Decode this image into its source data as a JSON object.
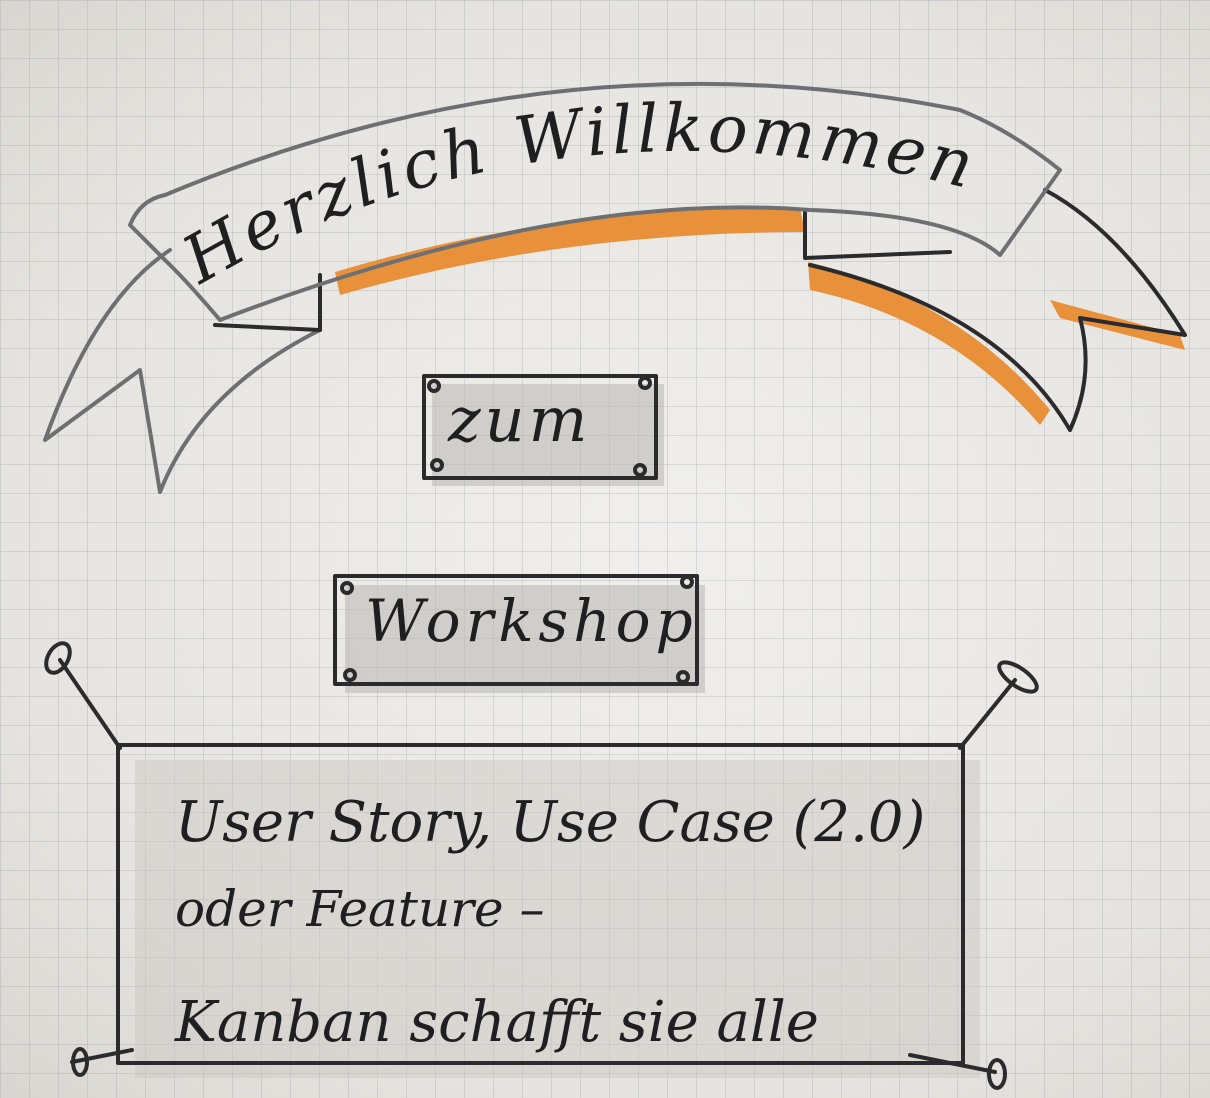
{
  "banner": {
    "title": "Herzlich Willkommen"
  },
  "sign_small": {
    "text": "zum"
  },
  "sign_medium": {
    "text": "Workshop"
  },
  "board": {
    "lines": [
      "User Story, Use Case (2.0)",
      "oder Feature –",
      "Kanban schafft sie alle"
    ]
  },
  "colors": {
    "paper": "#e9e7e4",
    "grid": "#9ba0aa",
    "ink": "#2b2b2d",
    "accent_orange": "#e8913a",
    "shadow": "#b8b6b3"
  }
}
